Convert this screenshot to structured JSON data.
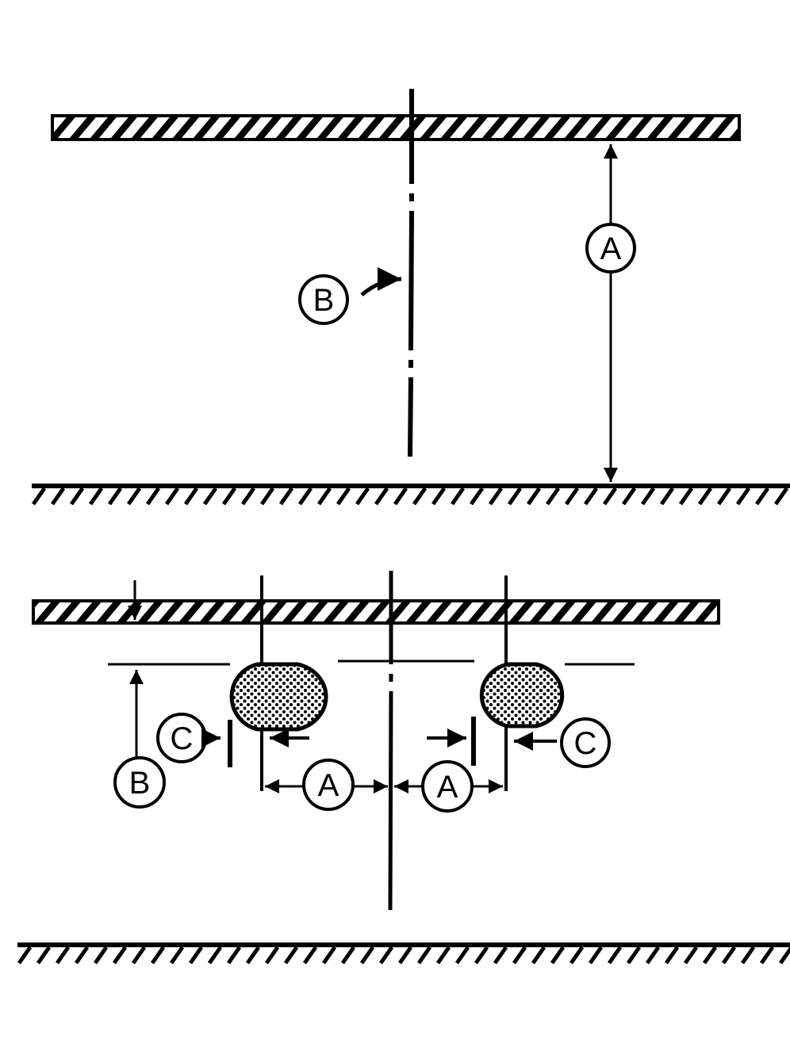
{
  "labels": {
    "upper_height": "A",
    "upper_centerline": "B",
    "lower_offset_left": "A",
    "lower_offset_right": "A",
    "lower_height": "B",
    "lower_clearance_left": "C",
    "lower_clearance_right": "C"
  },
  "colors": {
    "ink": "#000000",
    "paper": "#ffffff"
  }
}
